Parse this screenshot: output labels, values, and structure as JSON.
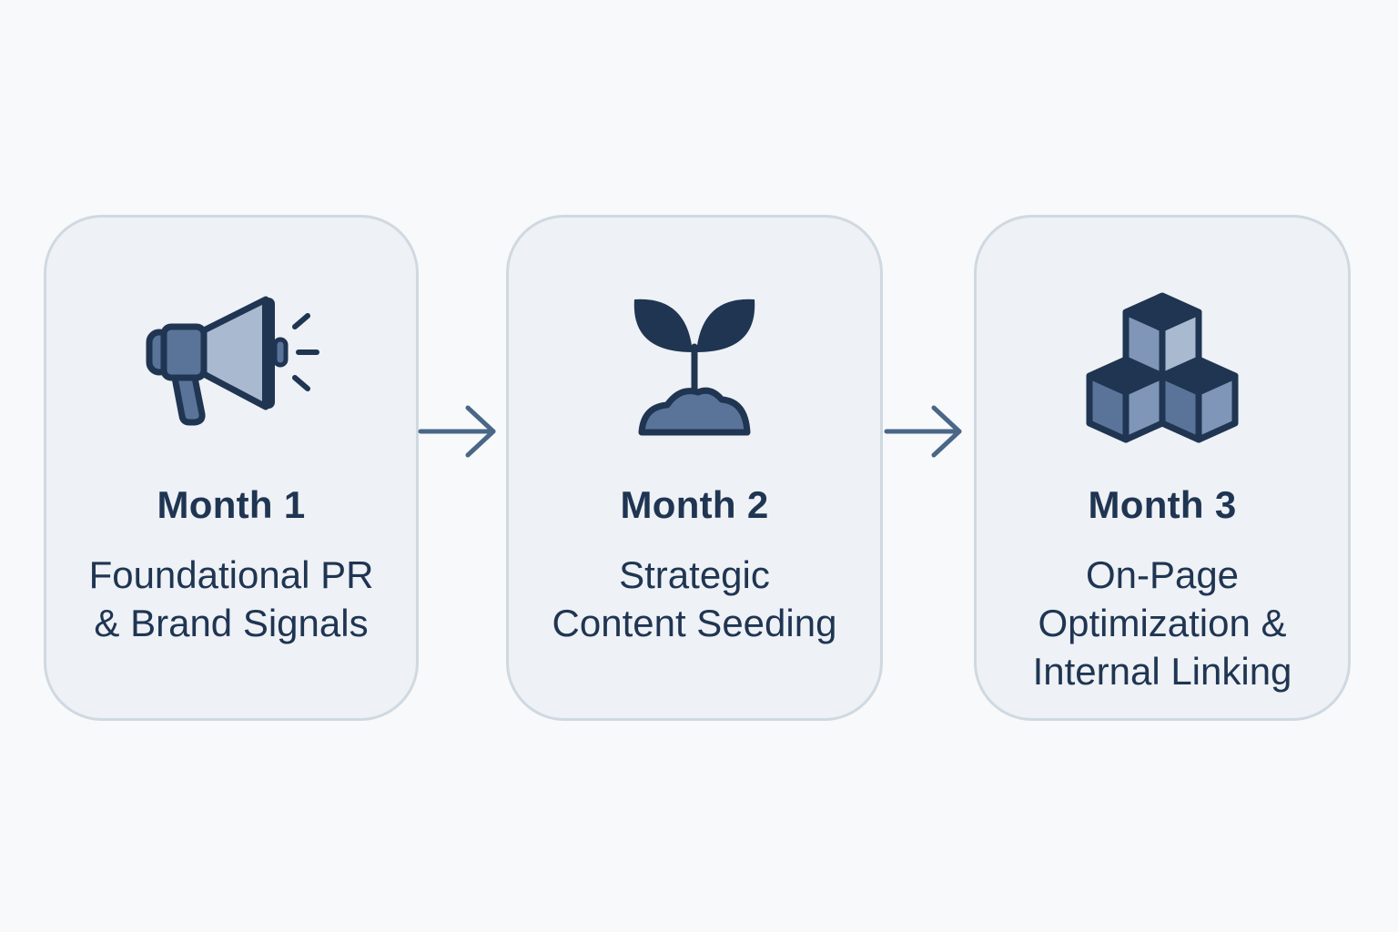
{
  "colors": {
    "background": "#f8f9fa",
    "card_fill": "#eef1f5",
    "card_border": "#cfd9e2",
    "text": "#1f3552",
    "icon_dark": "#1f3552",
    "icon_mid": "#5a7499",
    "icon_light": "#a9b9d0",
    "arrow": "#4a6688"
  },
  "steps": [
    {
      "month": "Month 1",
      "lines": [
        "Foundational PR",
        "& Brand Signals"
      ],
      "icon": "megaphone-icon"
    },
    {
      "month": "Month 2",
      "lines": [
        "Strategic",
        "Content Seeding"
      ],
      "icon": "sprout-icon"
    },
    {
      "month": "Month 3",
      "lines": [
        "On-Page",
        "Optimization &",
        "Internal Linking"
      ],
      "icon": "cubes-icon"
    }
  ],
  "connectors": [
    "arrow-right-icon",
    "arrow-right-icon"
  ]
}
